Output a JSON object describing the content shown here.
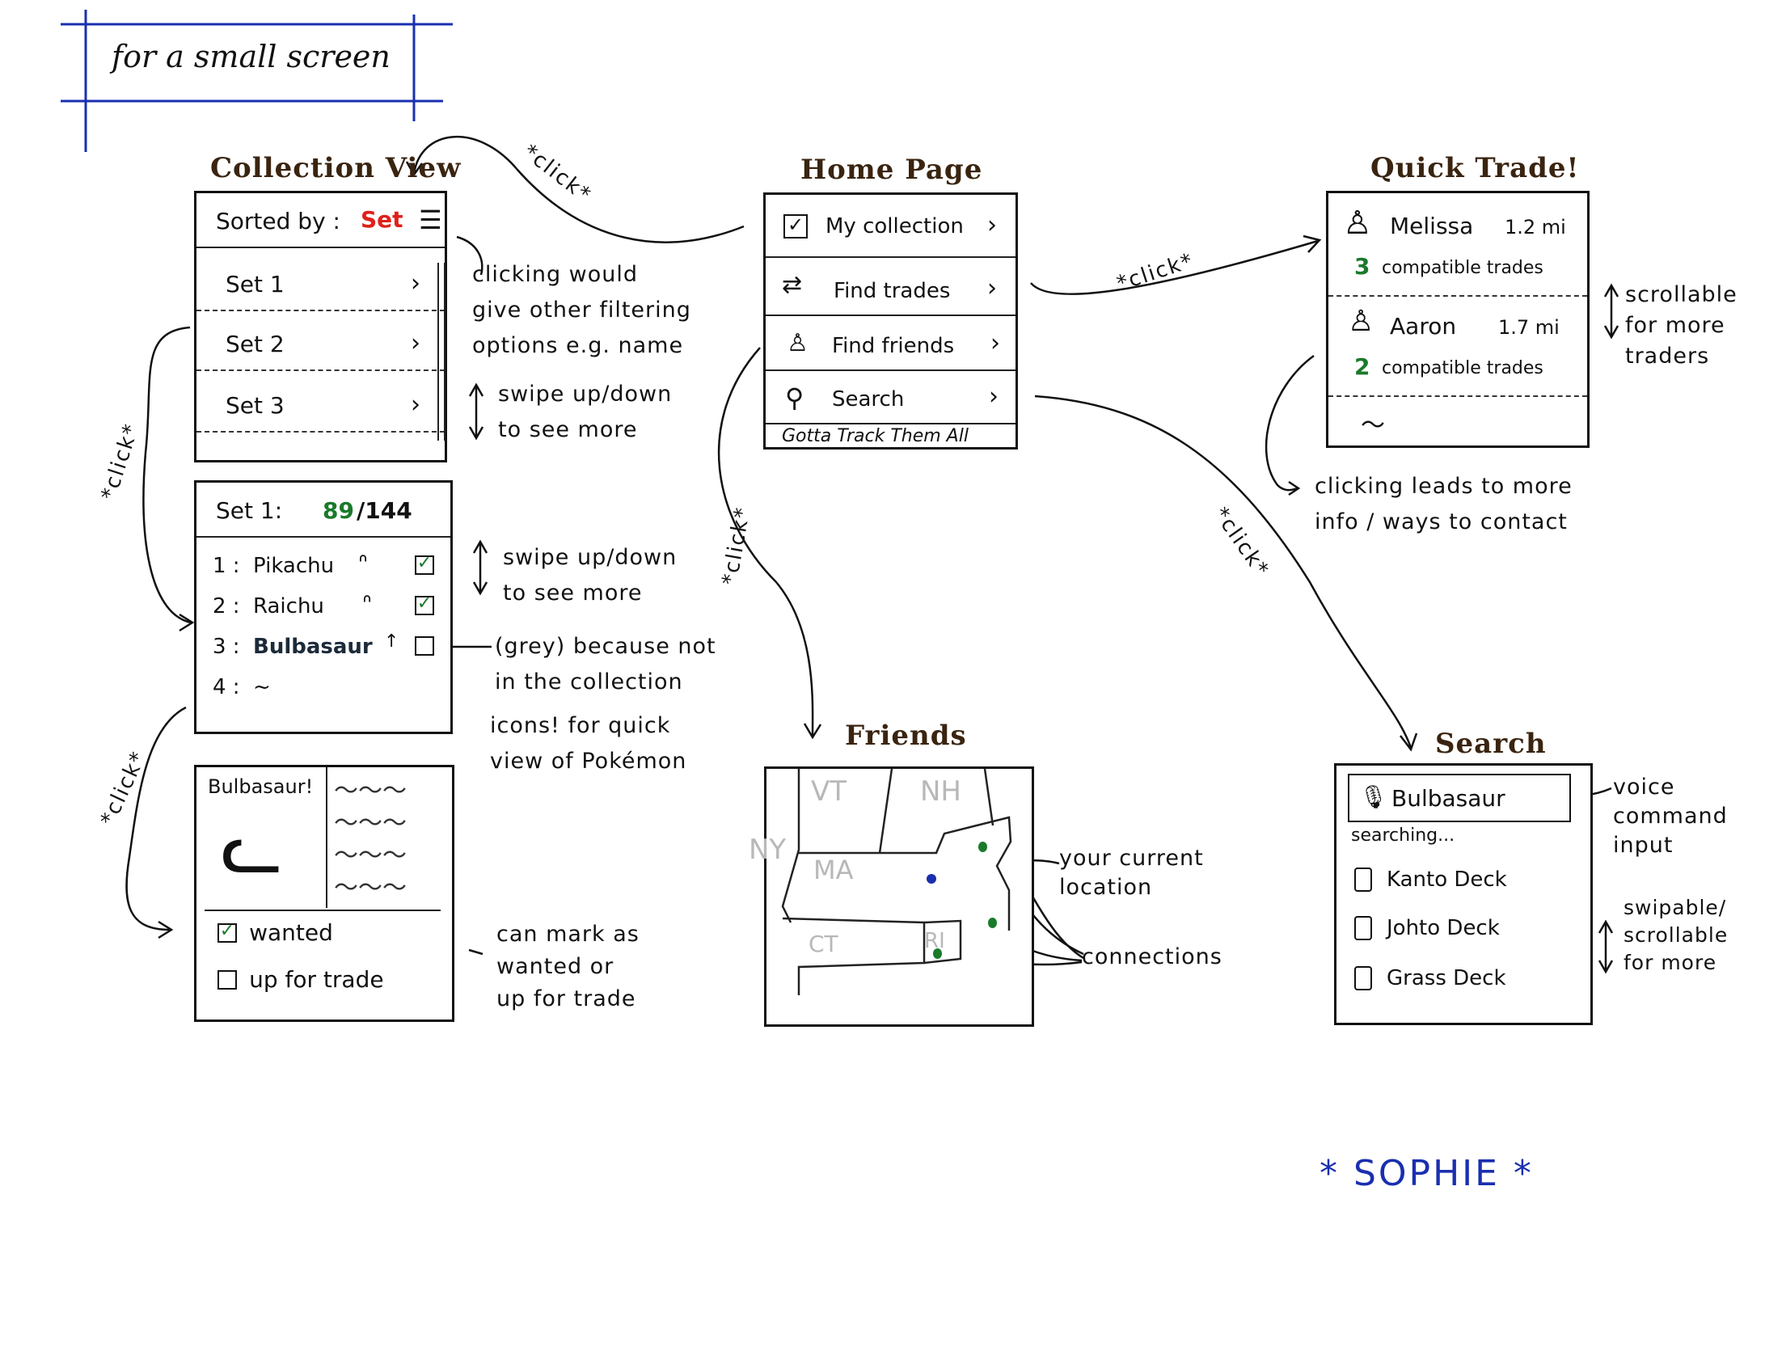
{
  "header": {
    "title": "for a small screen"
  },
  "collection_view": {
    "title": "Collection View",
    "sort_label": "Sorted by :",
    "sort_value": "Set",
    "sets": [
      "Set  1",
      "Set  2",
      "Set  3"
    ],
    "annotation_filter": "clicking would\ngive other filtering\noptions e.g. name",
    "annotation_swipe": "swipe up/down\nto see more"
  },
  "set_detail": {
    "title_prefix": "Set  1:",
    "owned": "89",
    "total": "/144",
    "items": [
      {
        "num": "1 :",
        "name": "Pikachu"
      },
      {
        "num": "2 :",
        "name": "Raichu"
      },
      {
        "num": "3 :",
        "name": "Bulbasaur"
      },
      {
        "num": "4 :",
        "name": "~"
      }
    ],
    "annotation_swipe": "swipe up/down\nto see more",
    "annotation_grey": "(grey) because not\nin the collection",
    "annotation_icons": "icons! for quick\nview of Pokémon"
  },
  "card_detail": {
    "name": "Bulbasaur!",
    "wanted_label": "wanted",
    "trade_label": "up for trade",
    "annotation": "can mark as\nwanted or\nup for trade"
  },
  "home_page": {
    "title": "Home Page",
    "items": [
      {
        "label": "My collection"
      },
      {
        "label": "Find trades"
      },
      {
        "label": "Find friends"
      },
      {
        "label": "Search"
      }
    ],
    "footer": "Gotta Track Them All"
  },
  "quick_trade": {
    "title": "Quick Trade!",
    "traders": [
      {
        "name": "Melissa",
        "distance": "1.2 mi",
        "count": "3",
        "count_label": "compatible trades"
      },
      {
        "name": "Aaron",
        "distance": "1.7 mi",
        "count": "2",
        "count_label": "compatible trades"
      }
    ],
    "annotation_scroll": "scrollable\nfor more\ntraders",
    "annotation_click": "clicking leads to more\ninfo / ways to contact"
  },
  "friends": {
    "title": "Friends",
    "states": [
      "VT",
      "NH",
      "NY",
      "MA",
      "CT",
      "RI"
    ],
    "annotation_location": "your current\nlocation",
    "annotation_connections": "connections"
  },
  "search": {
    "title": "Search",
    "query": "Bulbasaur",
    "status": "searching...",
    "results": [
      "Kanto Deck",
      "Johto Deck",
      "Grass Deck"
    ],
    "annotation_voice": "voice\ncommand\ninput",
    "annotation_swipe": "swipable/\nscrollable\nfor more"
  },
  "click_labels": [
    "*click*",
    "*click*",
    "*click*",
    "*click*",
    "*click*",
    "*click*"
  ],
  "signature": "* SOPHIE *",
  "colors": {
    "ink": "#111111",
    "accent_red": "#e0201a",
    "green": "#1a7a2a",
    "blue": "#1a2fb0",
    "title_brown": "#3a2410",
    "grey_state": "#b8b8b8"
  }
}
